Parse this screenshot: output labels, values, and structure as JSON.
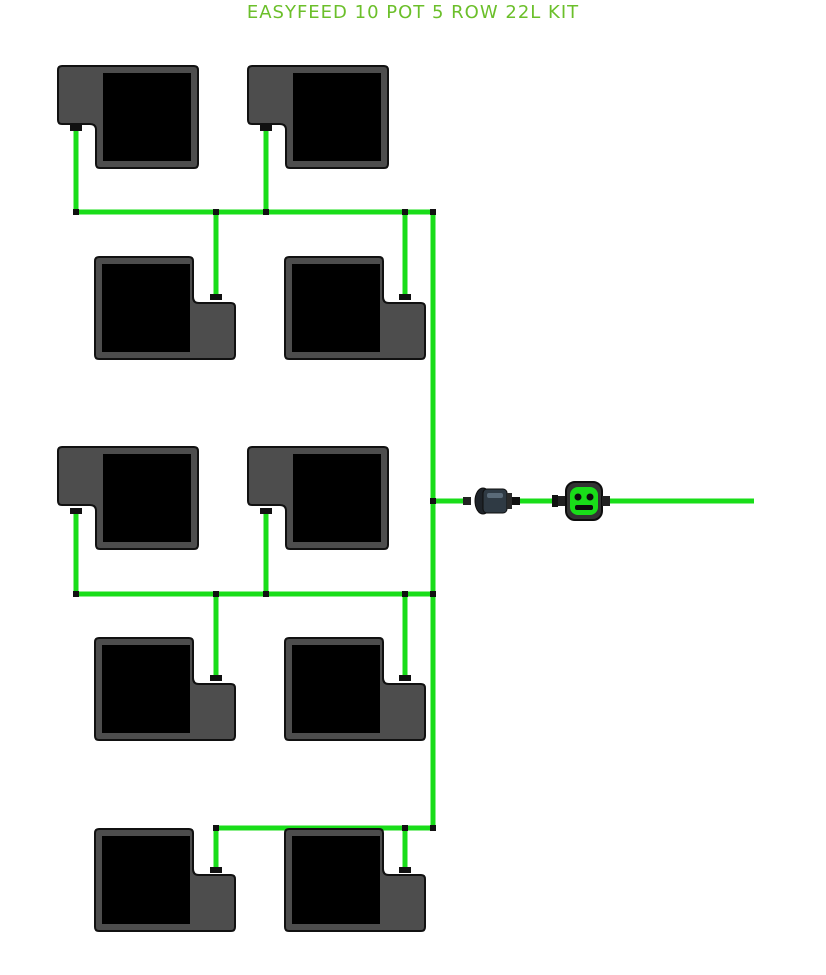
{
  "title": "EASYFEED 10 POT 5 ROW 22L KIT",
  "colors": {
    "title": "#6bbf2a",
    "pipe": "#19dd19",
    "pot_body": "#4d4d4d",
    "pot_outline": "#111111",
    "pot_insert": "#000000",
    "connector": "#111111",
    "filter_body": "#2f3a44",
    "valve_body": "#333333"
  },
  "icons": {
    "filter": "inline-filter-icon",
    "valve": "feed-valve-icon",
    "pot": "grow-pot-icon"
  },
  "pot_count": 10,
  "row_count": 5
}
